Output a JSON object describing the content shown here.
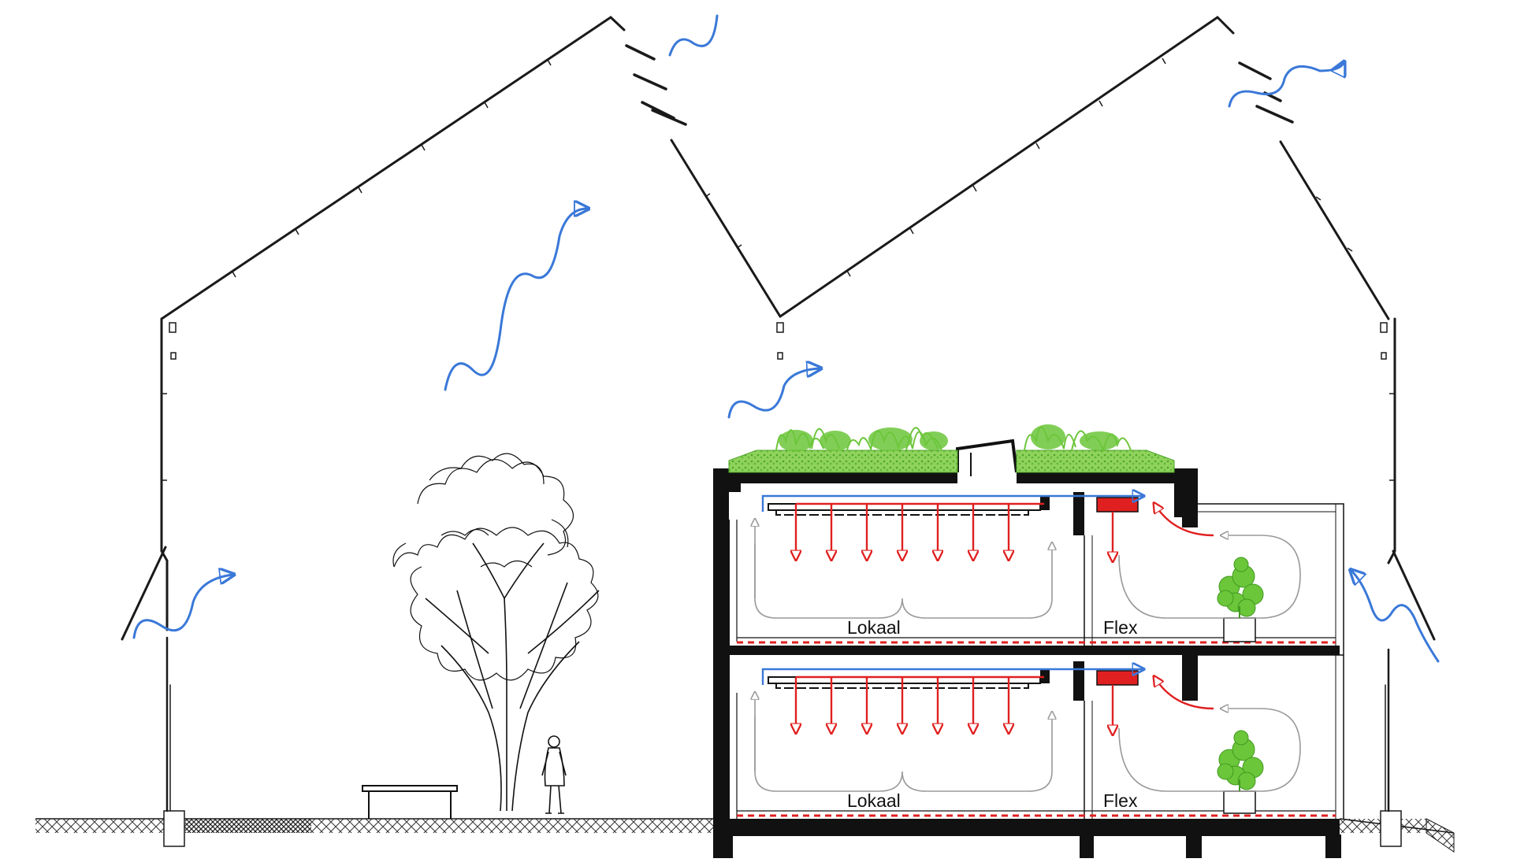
{
  "labels": {
    "upper_classroom": "Lokaal",
    "upper_flex": "Flex",
    "lower_classroom": "Lokaal",
    "lower_flex": "Flex"
  },
  "colors": {
    "line": "#1a1a1a",
    "structure": "#111111",
    "wind_arrow": "#3a78d8",
    "heat_arrow": "#e02020",
    "return_arrow": "#9a9a9a",
    "vegetation": "#6cc63a",
    "vegetation_dark": "#3f9a1f",
    "ground_hatch": "#333333"
  },
  "icons": {
    "tree": "tree-icon",
    "person": "person-icon",
    "bench": "bench-icon",
    "plant": "plant-icon"
  }
}
